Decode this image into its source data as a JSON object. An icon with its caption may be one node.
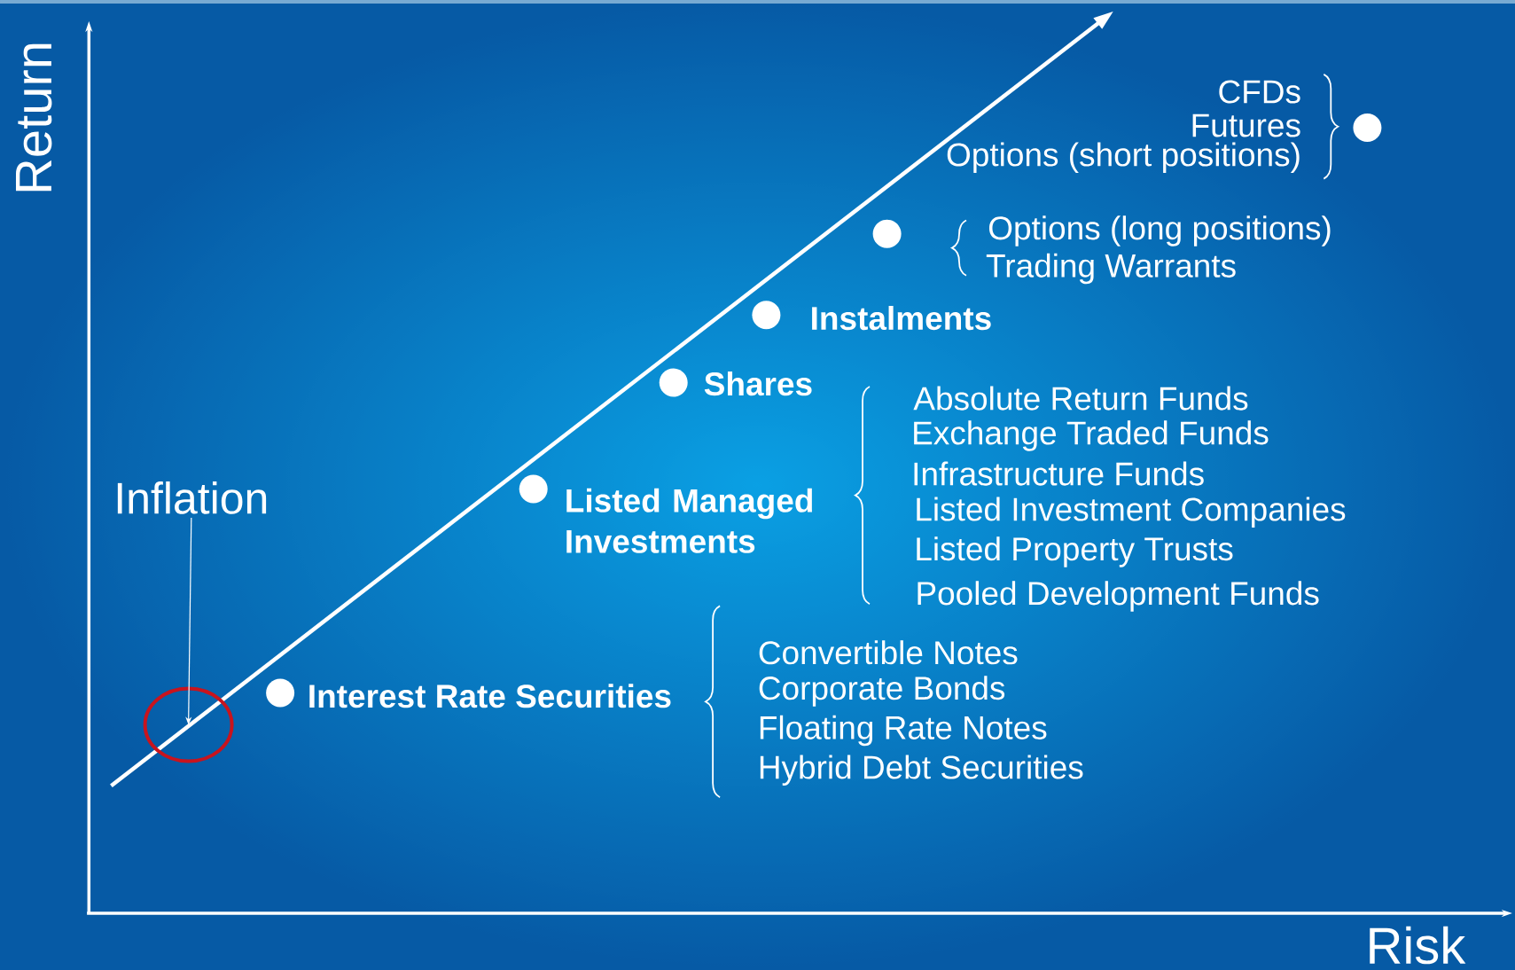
{
  "diagram": {
    "nodes": [
      {
        "text": [
          "Inflation"
        ]
      },
      {
        "text": [],
        "shape": "circle"
      }
    ],
    "edges": [
      {
        "from": 0,
        "to": 1,
        "arrow": "to"
      }
    ],
    "labels": [
      "Return",
      "CFDs",
      "Futures",
      "Options (short positions)",
      "Options (long positions)",
      "Trading Warrants",
      "Instalments",
      "Shares",
      "Absolute Return Funds",
      "Exchange Traded Funds",
      "Infrastructure Funds",
      "Listed Investment Companies",
      "Listed Property Trusts",
      "Listed Managed Investments",
      "Pooled Development Funds",
      "Convertible Notes",
      "Interest Rate Securities",
      "Corporate Bonds",
      "Floating Rate Notes",
      "Hybrid Debt Securities",
      "Risk"
    ]
  }
}
